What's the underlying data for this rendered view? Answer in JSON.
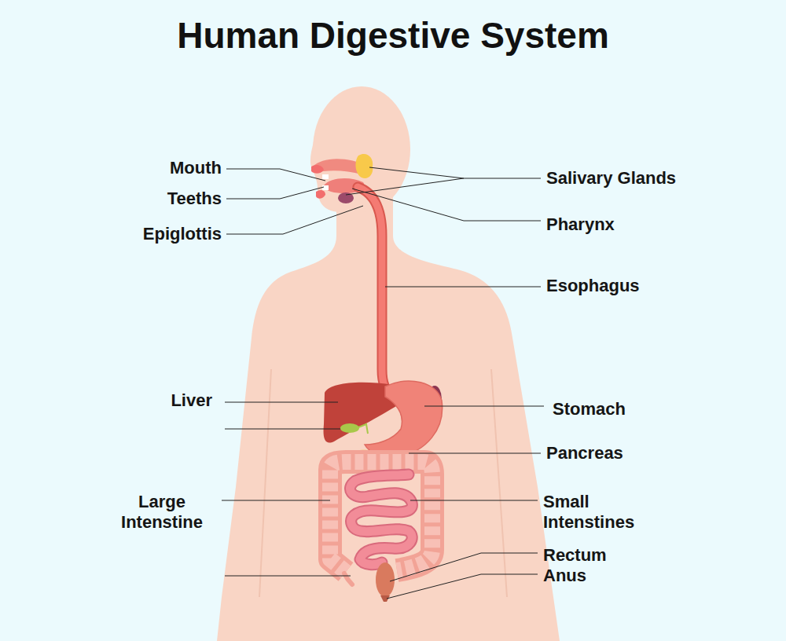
{
  "diagram": {
    "title": "Human Digestive System",
    "labels": [
      "Mouth",
      "Teeths",
      "Salivary Glands",
      "Pharynx",
      "Epiglottis",
      "Esophagus",
      "Liver",
      "Stomach",
      "Pancreas",
      "Large Intenstine",
      "Small Intenstines",
      "Rectum",
      "Anus"
    ]
  }
}
